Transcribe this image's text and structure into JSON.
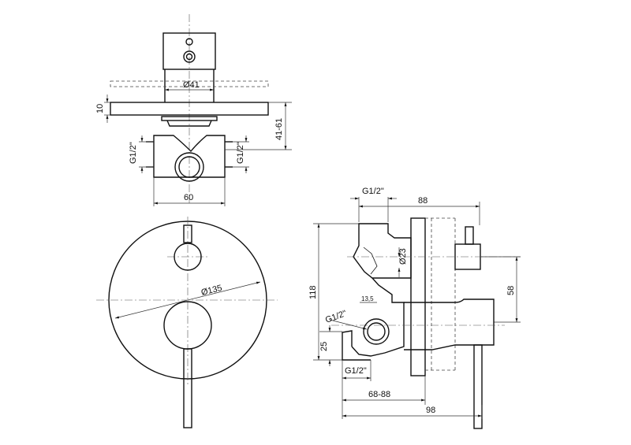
{
  "top_view": {
    "dia_41": "Ø41",
    "dim_10": "10",
    "dim_41_61": "41-61",
    "thread_left": "G1/2\"",
    "thread_right": "G1/2\"",
    "dim_60": "60"
  },
  "front_view": {
    "dia_135": "Ø135"
  },
  "side_view": {
    "thread_top": "G1/2\"",
    "dim_88": "88",
    "dia_23": "Ø23",
    "dim_118": "118",
    "dim_58": "58",
    "dim_13_5": "13,5",
    "thread_mid": "G1/2\"",
    "dim_25": "25",
    "thread_bottom": "G1/2\"",
    "dim_68_88": "68-88",
    "dim_98": "98"
  }
}
